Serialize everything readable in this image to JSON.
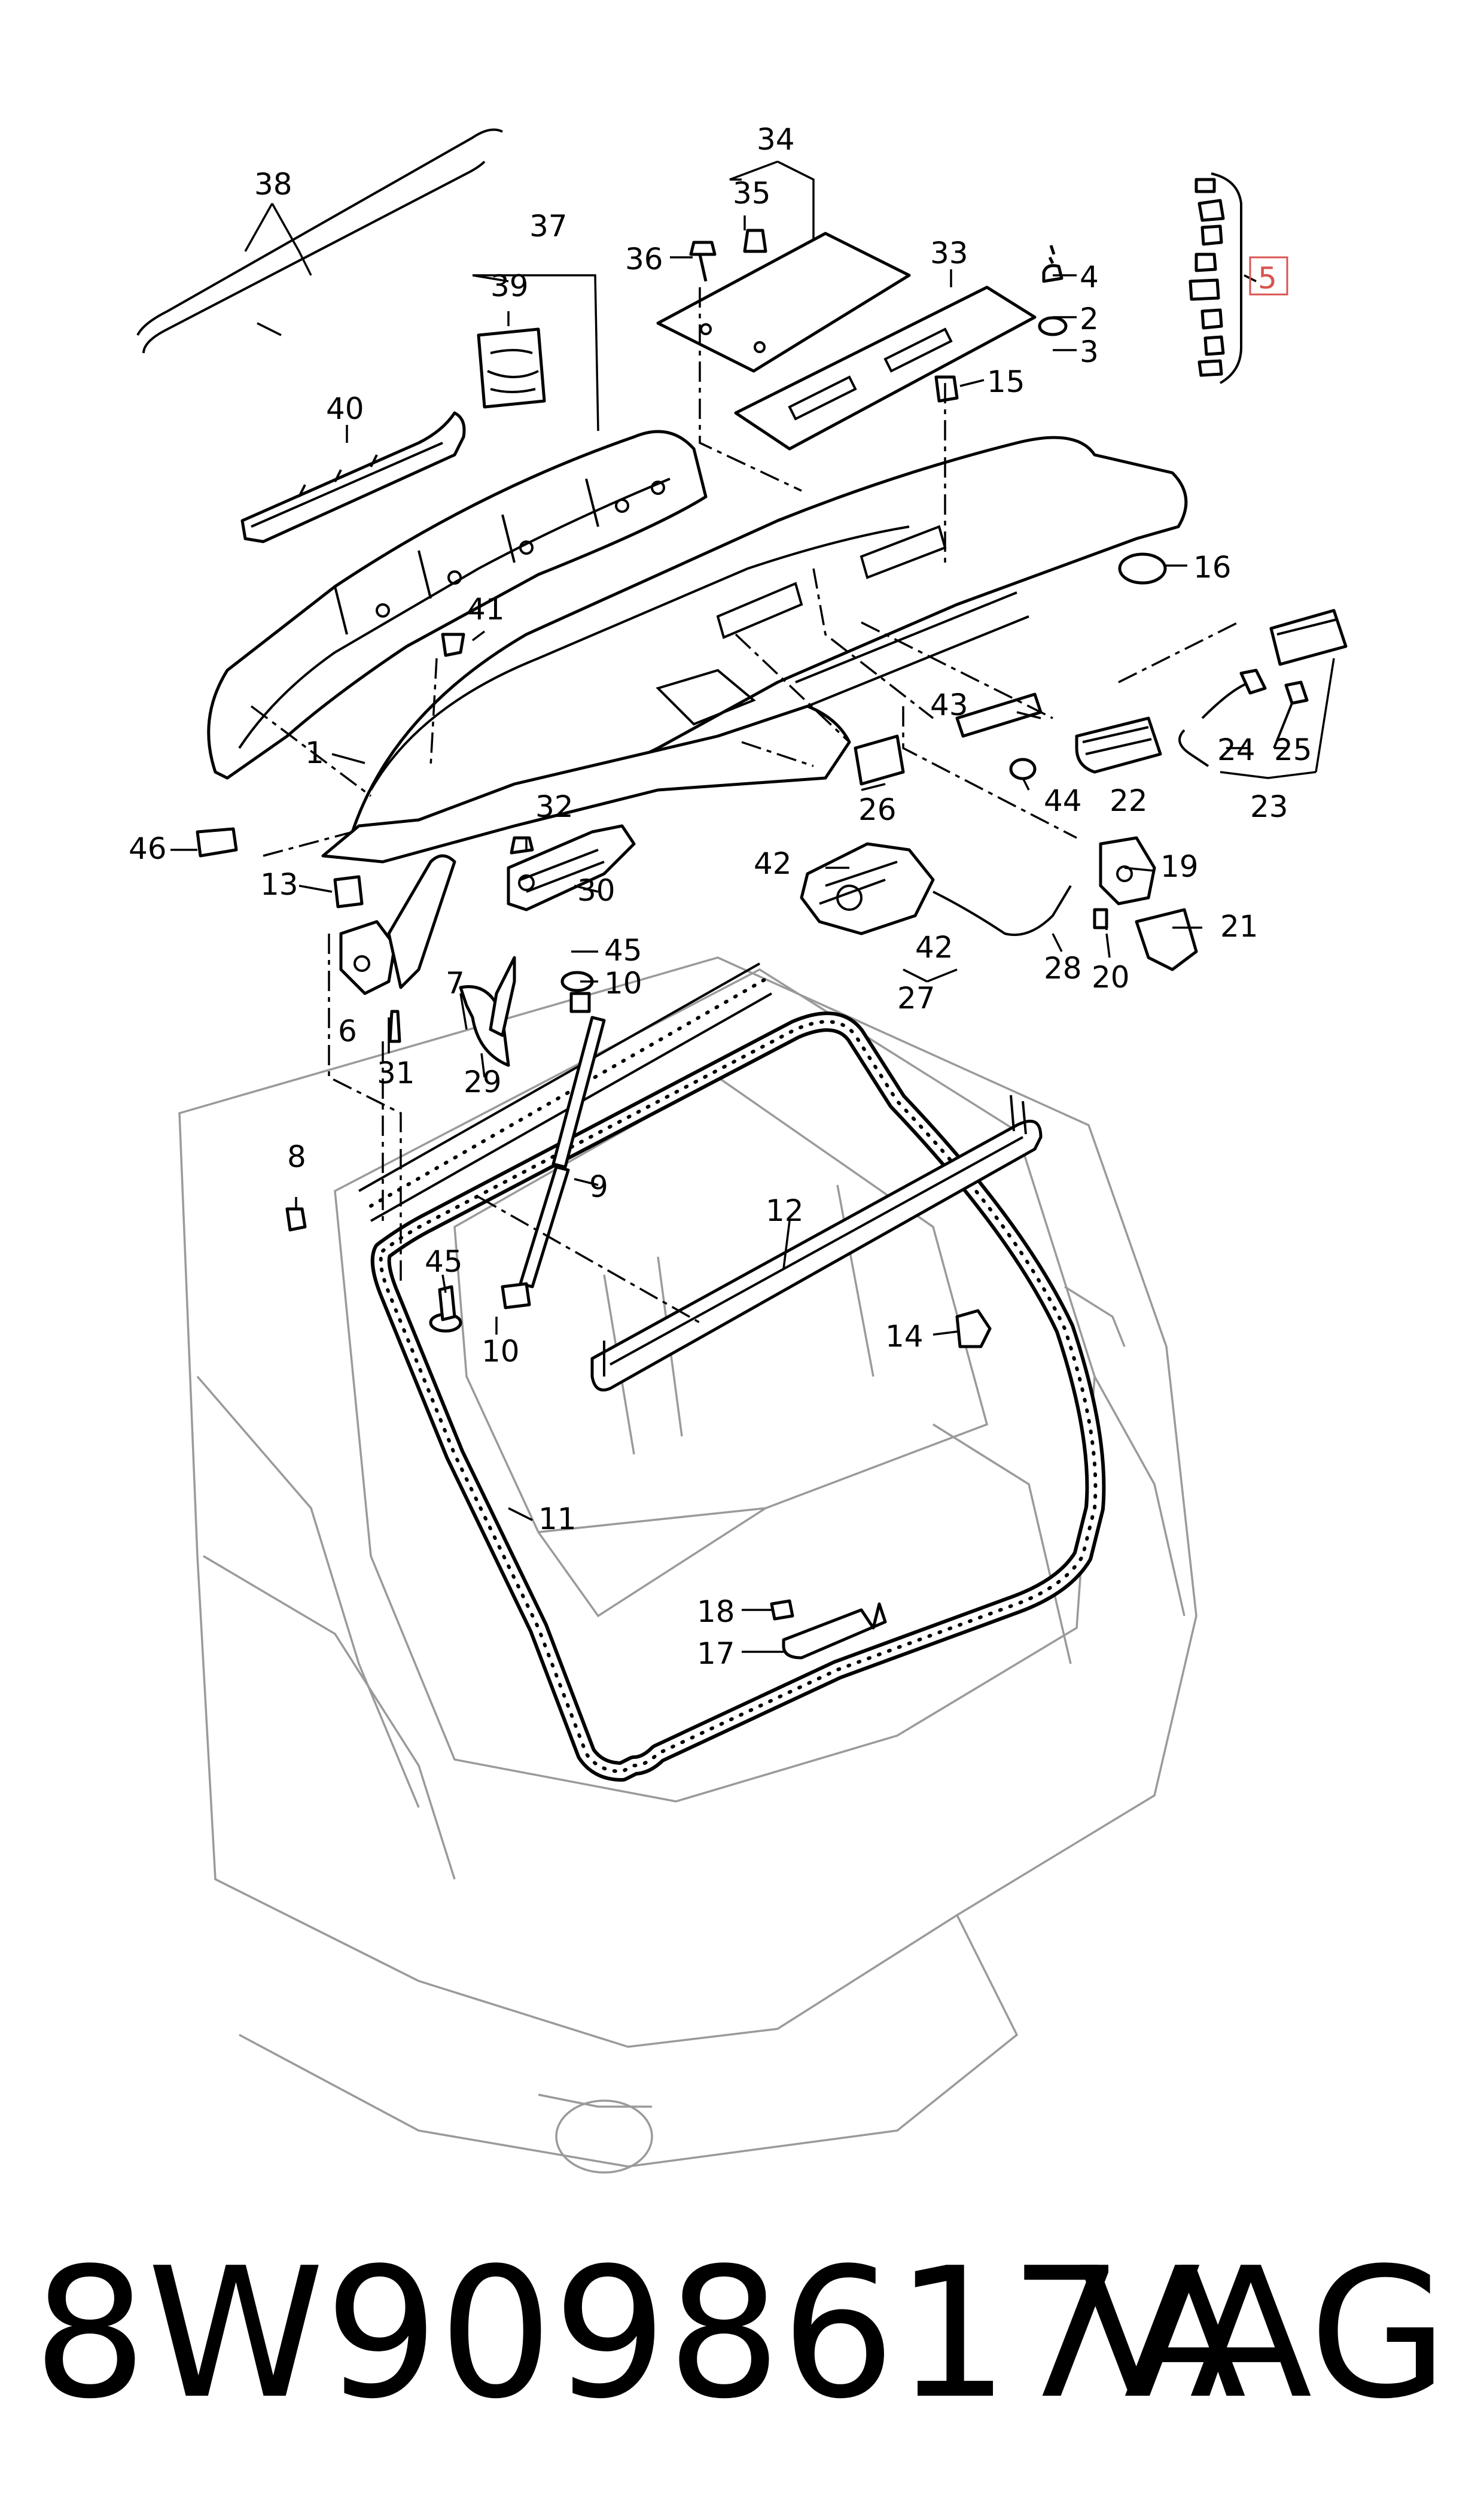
{
  "callouts": {
    "p1": "1",
    "p2": "2",
    "p3": "3",
    "p4": "4",
    "p5": "5",
    "p6": "6",
    "p7": "7",
    "p8": "8",
    "p9": "9",
    "p10a": "10",
    "p10b": "10",
    "p11": "11",
    "p12": "12",
    "p13": "13",
    "p14": "14",
    "p15": "15",
    "p16": "16",
    "p17": "17",
    "p18": "18",
    "p19": "19",
    "p20": "20",
    "p21": "21",
    "p22": "22",
    "p23": "23",
    "p24": "24",
    "p25": "25",
    "p26": "26",
    "p27": "27",
    "p28": "28",
    "p29": "29",
    "p30": "30",
    "p31": "31",
    "p32": "32",
    "p33": "33",
    "p34": "34",
    "p35": "35",
    "p36": "36",
    "p37": "37",
    "p38": "38",
    "p39": "39",
    "p40": "40",
    "p41": "41",
    "p42a": "42",
    "p42b": "42",
    "p43": "43",
    "p44": "44",
    "p45a": "45",
    "p45b": "45",
    "p46": "46"
  },
  "highlight_color": "#d9534f",
  "footer": {
    "part_number": "8W9098617A",
    "manufacturer": "VAG"
  }
}
